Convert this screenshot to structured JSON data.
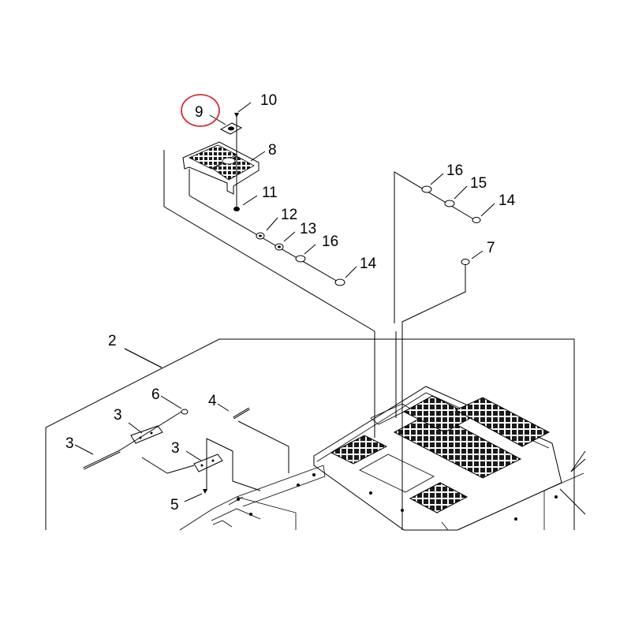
{
  "diagram": {
    "highlight_color": "#d62f35",
    "line_color": "#000000",
    "background": "#ffffff",
    "highlighted_callout": "9",
    "callouts": {
      "c2": "2",
      "c3a": "3",
      "c3b": "3",
      "c3c": "3",
      "c4": "4",
      "c5": "5",
      "c6": "6",
      "c7": "7",
      "c8": "8",
      "c9": "9",
      "c10": "10",
      "c11": "11",
      "c12": "12",
      "c13": "13",
      "c14a": "14",
      "c14b": "14",
      "c15": "15",
      "c16a": "16",
      "c16b": "16"
    }
  }
}
